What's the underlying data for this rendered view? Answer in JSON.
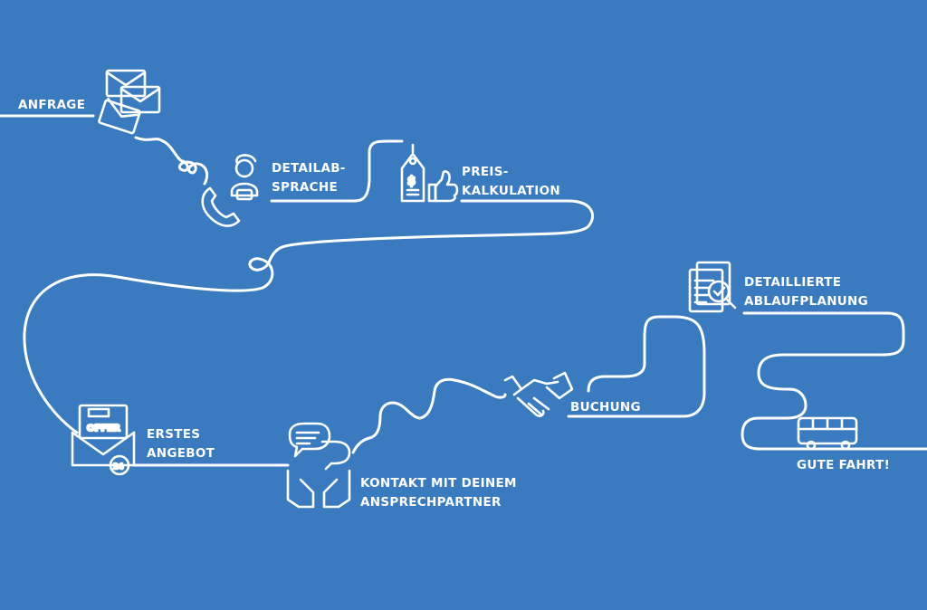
{
  "steps": {
    "anfrage": {
      "label": "ANFRAGE"
    },
    "detailabsprache": {
      "line1": "DETAILAB-",
      "line2": "SPRACHE"
    },
    "preiskalkulation": {
      "line1": "PREIS-",
      "line2": "KALKULATION"
    },
    "erstes_angebot": {
      "line1": "ERSTES",
      "line2": "ANGEBOT",
      "badge_text": "OFFER",
      "clock_text": "24"
    },
    "kontakt": {
      "line1": "KONTAKT MIT DEINEM",
      "line2": "ANSPRECHPARTNER"
    },
    "buchung": {
      "label": "BUCHUNG"
    },
    "ablaufplanung": {
      "line1": "DETAILLIERTE",
      "line2": "ABLAUFPLANUNG"
    },
    "gute_fahrt": {
      "label": "GUTE FAHRT!"
    }
  },
  "colors": {
    "background": "#3a7bbf",
    "foreground": "#ffffff"
  },
  "icons": [
    "envelopes-icon",
    "phone-icon",
    "person-icon",
    "price-tag-icon",
    "thumbs-up-icon",
    "offer-envelope-icon",
    "chat-hands-icon",
    "handshake-icon",
    "documents-check-icon",
    "bus-icon"
  ]
}
